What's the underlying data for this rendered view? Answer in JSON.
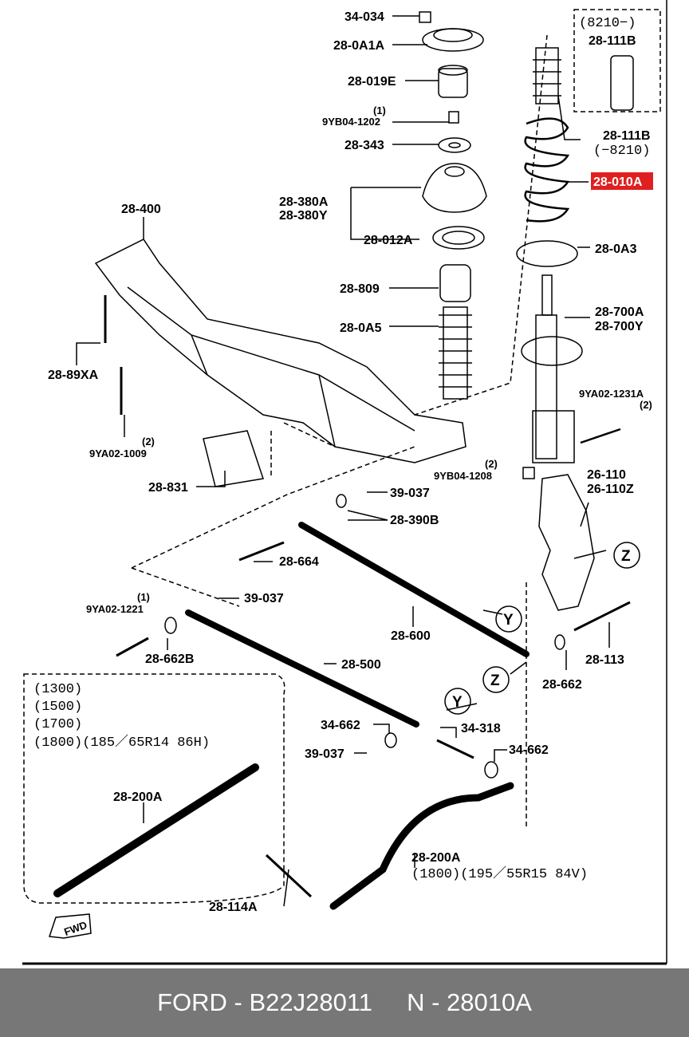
{
  "labels": {
    "p34034": "34-034",
    "p280A1A": "28-0A1A",
    "p28019E": "28-019E",
    "q1a": "(1)",
    "p9YB041202": "9YB04-1202",
    "p28343": "28-343",
    "p28380A": "28-380A",
    "p28380Y": "28-380Y",
    "p28012A": "28-012A",
    "p28809": "28-809",
    "p280A5": "28-0A5",
    "p28400": "28-400",
    "p2889XA": "28-89XA",
    "q2a": "(2)",
    "p9YA021009": "9YA02-1009",
    "p28831": "28-831",
    "range8210from": "(8210−)",
    "p28111B_top": "28-111B",
    "p28111B": "28-111B",
    "range8210to": "(−8210)",
    "p28010A": "28-010A",
    "p280A3": "28-0A3",
    "p28700A": "28-700A",
    "p28700Y": "28-700Y",
    "q2b": "(2)",
    "p9YA021231A": "9YA02-1231A",
    "q2c": "(2)",
    "p9YB041208": "9YB04-1208",
    "p26110": "26-110",
    "p26110Z": "26-110Z",
    "p39037a": "39-037",
    "p28390B": "28-390B",
    "p28664": "28-664",
    "q1b": "(1)",
    "p9YA021221": "9YA02-1221",
    "p39037b": "39-037",
    "p28662B": "28-662B",
    "p28600": "28-600",
    "p28500": "28-500",
    "p28113": "28-113",
    "p28662": "28-662",
    "v1300": "(1300)",
    "v1500": "(1500)",
    "v1700": "(1700)",
    "v1800": "(1800)(185／65R14 86H)",
    "p34662a": "34-662",
    "p34318": "34-318",
    "p39037c": "39-037",
    "p34662b": "34-662",
    "p28200A_left": "28-200A",
    "p28200A_right": "28-200A",
    "v1800b": "(1800)(195／55R15 84V)",
    "p28114A": "28-114A",
    "fwd": "FWD",
    "cZ1": "Z",
    "cY1": "Y",
    "cZ2": "Z",
    "cY2": "Y"
  },
  "footer": {
    "brand": "FORD",
    "sep1": " - ",
    "oem": "B22J28011",
    "gap": "     ",
    "prefix": "N",
    "sep2": " - ",
    "part": "28010A"
  },
  "highlight_color": "#e02020"
}
